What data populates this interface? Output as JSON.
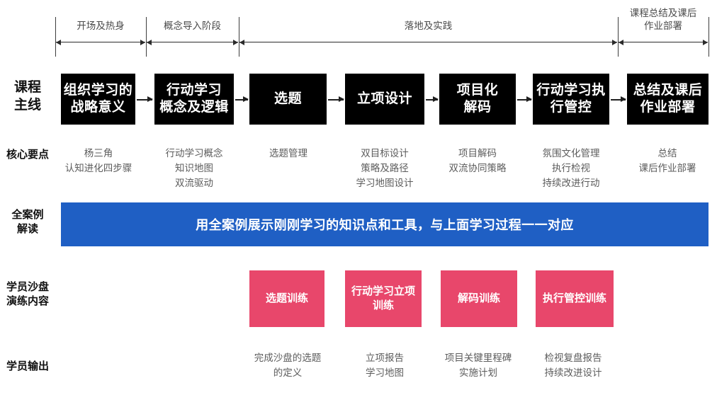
{
  "colors": {
    "accent_blue": "#1F5FC4",
    "accent_pink": "#E8476B",
    "box_black": "#000000",
    "grey_text": "#5C5C5C",
    "rule": "#3D3D3D"
  },
  "phases": [
    {
      "label": "开场及热身"
    },
    {
      "label": "概念导入阶段"
    },
    {
      "label": "落地及实践"
    },
    {
      "label": "课程总结及课后\n作业部署"
    }
  ],
  "rows": {
    "main_line": {
      "label": "课程\n主线",
      "boxes": [
        {
          "text": "组织学习的\n战略意义"
        },
        {
          "text": "行动学习\n概念及逻辑"
        },
        {
          "text": "选题"
        },
        {
          "text": "立项设计"
        },
        {
          "text": "项目化\n解码"
        },
        {
          "text": "行动学习执\n行管控"
        },
        {
          "text": "总结及课后\n作业部署"
        }
      ]
    },
    "core_points": {
      "label": "核心要点",
      "cells": [
        {
          "text": "杨三角\n认知进化四步骤"
        },
        {
          "text": "行动学习概念\n知识地图\n双流驱动"
        },
        {
          "text": "选题管理"
        },
        {
          "text": "双目标设计\n策略及路径\n学习地图设计"
        },
        {
          "text": "项目解码\n双流协同策略"
        },
        {
          "text": "氛围文化管理\n执行检视\n持续改进行动"
        },
        {
          "text": "总结\n课后作业部署"
        }
      ]
    },
    "case_reading": {
      "label": "全案例\n解读",
      "banner": "用全案例展示刚刚学习的知识点和工具，与上面学习过程一一对应"
    },
    "sandbox": {
      "label": "学员沙盘\n演练内容",
      "boxes": [
        {
          "text": "选题训练"
        },
        {
          "text": "行动学习立项\n训练"
        },
        {
          "text": "解码训练"
        },
        {
          "text": "执行管控训练"
        }
      ]
    },
    "output": {
      "label": "学员输出",
      "cells": [
        {
          "text": "完成沙盘的选题\n的定义"
        },
        {
          "text": "立项报告\n学习地图"
        },
        {
          "text": "项目关键里程碑\n实施计划"
        },
        {
          "text": "检视复盘报告\n持续改进设计"
        }
      ]
    }
  }
}
